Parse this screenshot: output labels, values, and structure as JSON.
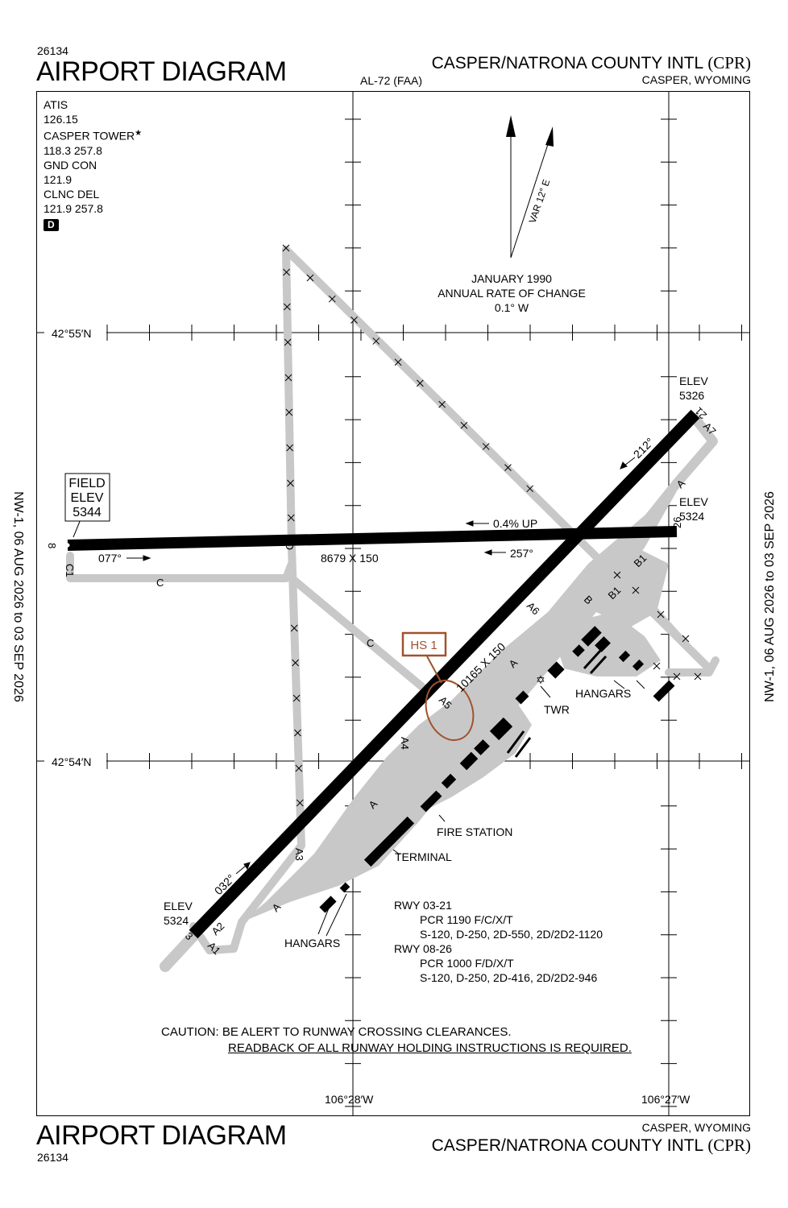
{
  "header": {
    "procedure_number": "26134",
    "chart_title": "AIRPORT DIAGRAM",
    "chart_id": "AL-72 (FAA)",
    "airport_name": "CASPER/NATRONA COUNTY INTL",
    "airport_code": "(CPR)",
    "city": "CASPER, WYOMING"
  },
  "footer": {
    "chart_title": "AIRPORT DIAGRAM",
    "procedure_number": "26134",
    "city": "CASPER, WYOMING",
    "airport_name": "CASPER/NATRONA COUNTY INTL",
    "airport_code": "(CPR)"
  },
  "side_margins": {
    "left": "NW-1, 06 AUG 2026  to  03 SEP 2026",
    "right": "NW-1, 06 AUG 2026  to  03 SEP 2026"
  },
  "frequencies": [
    {
      "label": "ATIS",
      "value": "126.15"
    },
    {
      "label": "CASPER TOWER",
      "value": "118.3 257.8",
      "mark": "★"
    },
    {
      "label": "GND CON",
      "value": "121.9"
    },
    {
      "label": "CLNC DEL",
      "value": "121.9 257.8"
    }
  ],
  "airspace_class": "D",
  "magnetic": {
    "variation": "VAR 12° E",
    "epoch": "JANUARY 1990",
    "rate_label": "ANNUAL RATE OF CHANGE",
    "rate": "0.1° W"
  },
  "coordinates": {
    "lat_north": "42°55′N",
    "lat_south": "42°54′N",
    "lon_west": "106°28′W",
    "lon_east": "106°27′W"
  },
  "field_elevation": {
    "label_1": "FIELD",
    "label_2": "ELEV",
    "value": "5344"
  },
  "runways": {
    "rwy_03_21": {
      "dimensions": "10165 X 150",
      "end_03": "3",
      "end_21": "21",
      "elev_03": {
        "label": "ELEV",
        "value": "5324"
      },
      "elev_21": {
        "label": "ELEV",
        "value": "5326"
      },
      "heading_03": "032°",
      "heading_21": "212°"
    },
    "rwy_08_26": {
      "dimensions": "8679  X 150",
      "end_08": "8",
      "end_26": "26",
      "elev_26": {
        "label": "ELEV",
        "value": "5324"
      },
      "heading_08": "077°",
      "heading_26": "257°",
      "slope": "0.4% UP"
    }
  },
  "taxiways": [
    "A",
    "A1",
    "A2",
    "A3",
    "A4",
    "A5",
    "A6",
    "A7",
    "B",
    "B1",
    "C",
    "C1",
    "C2"
  ],
  "hot_spot": "HS 1",
  "facilities": {
    "tower": "TWR",
    "hangars": "HANGARS",
    "fire_station": "FIRE STATION",
    "terminal": "TERMINAL"
  },
  "pavement": {
    "rwy_03_21_title": "RWY 03-21",
    "rwy_03_21_pcr": "PCR 1190 F/C/X/T",
    "rwy_03_21_strength": "S-120, D-250, 2D-550, 2D/2D2-1120",
    "rwy_08_26_title": "RWY 08-26",
    "rwy_08_26_pcr": "PCR 1000 F/D/X/T",
    "rwy_08_26_strength": "S-120, D-250, 2D-416, 2D/2D2-946"
  },
  "caution": {
    "line_1": "CAUTION: BE ALERT TO RUNWAY CROSSING CLEARANCES.",
    "line_2": "READBACK OF ALL RUNWAY HOLDING INSTRUCTIONS IS REQUIRED."
  },
  "colors": {
    "pavement": "#c8c8c8",
    "runway": "#000000",
    "hot_spot": "#a0522d"
  }
}
